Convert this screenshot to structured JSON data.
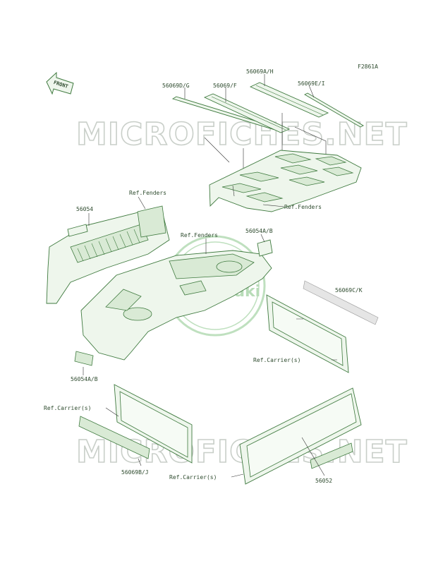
{
  "diagram": {
    "figure_code": "F2861A",
    "front_indicator": "FRONT",
    "watermark_text": "MICROFICHES.NET",
    "seal_text": "Kawasaki",
    "labels": {
      "p56069DG": "56069D/G",
      "p56069F": "56069/F",
      "p56069AH": "56069A/H",
      "p56069EI": "56069E/I",
      "ref_fenders_top": "Ref.Fenders",
      "ref_fenders_left": "Ref.Fenders",
      "p56054": "56054",
      "ref_fenders_mid": "Ref.Fenders",
      "p56054AB_top": "56054A/B",
      "p56069CK": "56069C/K",
      "ref_carrier_right": "Ref.Carrier(s)",
      "p56054AB_bottom": "56054A/B",
      "ref_carrier_left": "Ref.Carrier(s)",
      "p56069BJ": "56069B/J",
      "ref_carrier_bottom": "Ref.Carrier(s)",
      "p56052": "56052"
    }
  }
}
